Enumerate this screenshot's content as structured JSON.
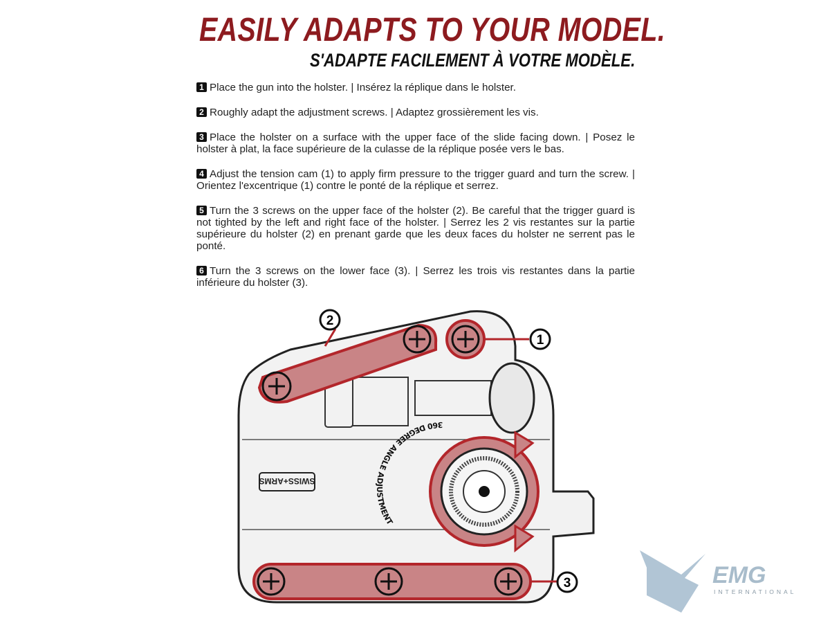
{
  "header": {
    "title": "EASILY ADAPTS TO YOUR MODEL.",
    "subtitle": "S'ADAPTE FACILEMENT À VOTRE MODÈLE."
  },
  "steps": [
    {
      "number": "1",
      "text": "Place the gun into the holster. | Insérez la réplique dans le holster."
    },
    {
      "number": "2",
      "text": "Roughly adapt the adjustment screws. | Adaptez grossièrement les vis."
    },
    {
      "number": "3",
      "text": "Place the holster on a surface with the upper face of the slide facing down. | Posez le holster à plat, la face supérieure de la culasse de la réplique posée vers le bas."
    },
    {
      "number": "4",
      "text": "Adjust the tension cam (1) to apply firm pressure to the trigger guard and turn the screw. | Orientez l'excentrique (1) contre le ponté de la réplique et serrez."
    },
    {
      "number": "5",
      "text": "Turn the 3 screws on the upper face of the holster (2). Be careful that the trigger guard is not tighted by the left and right face of the holster. | Serrez les 2 vis restantes sur la partie supérieure du holster (2) en prenant garde que les deux faces du holster ne serrent pas le ponté."
    },
    {
      "number": "6",
      "text": "Turn the 3 screws on the lower face (3). | Serrez les trois vis restantes  dans la partie inférieure du holster (3)."
    }
  ],
  "diagram": {
    "callouts": [
      "1",
      "2",
      "3"
    ],
    "dial_label": "360 DEGREE ANGLE ADJUSTMENT",
    "brand_stamp": "SWISS+ARMS"
  },
  "logo": {
    "name": "EMG",
    "tagline": "INTERNATIONAL"
  },
  "colors": {
    "title": "#8d1b1f",
    "highlight_fill": "#c98486",
    "highlight_stroke": "#b3262b",
    "logo": "#9fb6c8"
  }
}
